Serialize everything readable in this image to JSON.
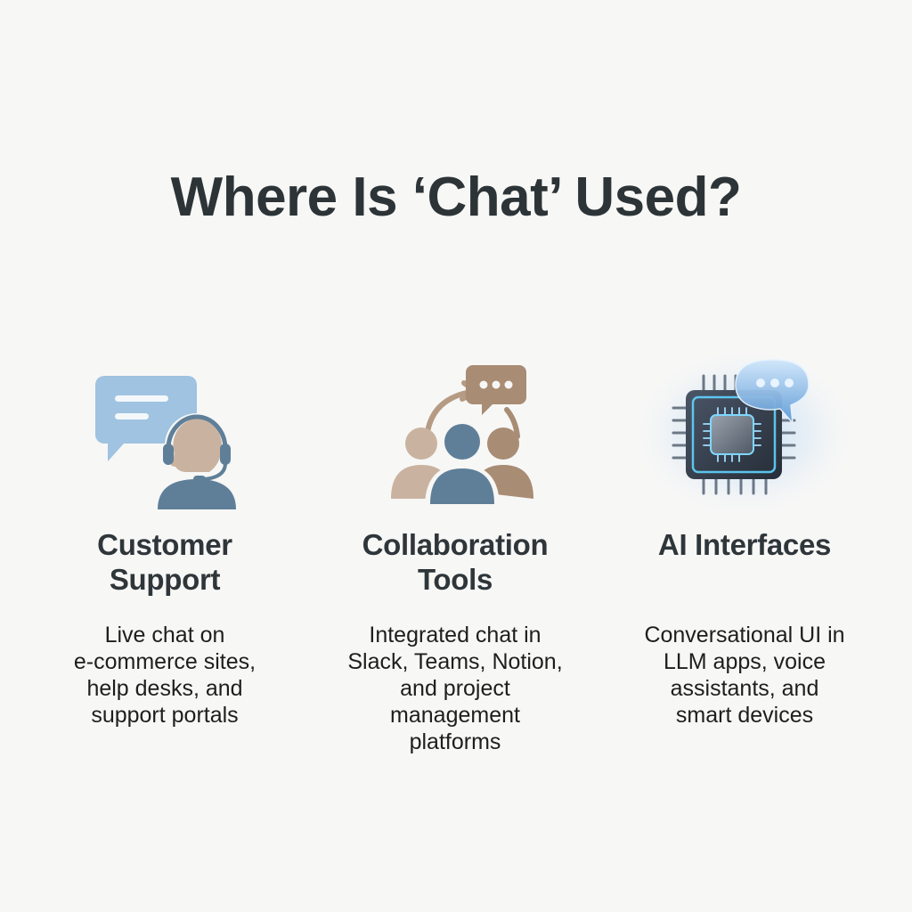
{
  "title": "Where Is ‘Chat’ Used?",
  "colors": {
    "background": "#f7f7f6",
    "title_text": "#2d3437",
    "body_text": "#1e1e1e",
    "bubble_light_blue": "#9fc3e0",
    "slate_blue": "#5f7f99",
    "skin_tan": "#c9b3a0",
    "brown_tan": "#a88c74",
    "chip_dark": "#3b4552",
    "glow_cyan": "#5fd3ff"
  },
  "columns": [
    {
      "icon": "customer-support-headset-chat-icon",
      "heading_lines": [
        "Customer",
        "Support"
      ],
      "description_lines": [
        "Live chat on",
        "e-commerce sites,",
        "help desks, and",
        "support portals"
      ]
    },
    {
      "icon": "team-collaboration-chat-icon",
      "heading_lines": [
        "Collaboration",
        "Tools"
      ],
      "description_lines": [
        "Integrated chat in",
        "Slack, Teams, Notion,",
        "and project",
        "management",
        "platforms"
      ]
    },
    {
      "icon": "ai-chip-chat-bubble-icon",
      "heading_lines": [
        "AI Interfaces"
      ],
      "description_lines": [
        "Conversational UI in",
        "LLM apps, voice",
        "assistants, and",
        "smart devices"
      ]
    }
  ]
}
